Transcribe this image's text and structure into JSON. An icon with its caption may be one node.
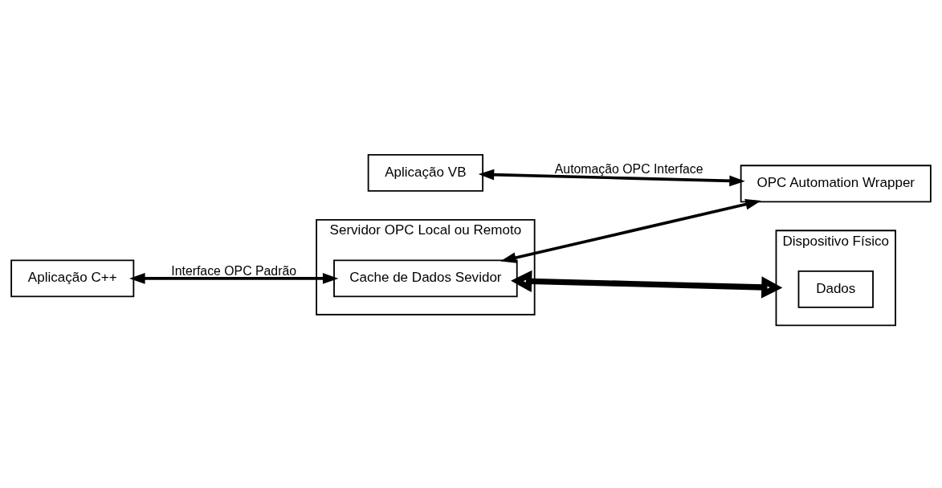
{
  "diagram": {
    "nodes": [
      {
        "text": [
          "Aplicação VB"
        ]
      },
      {
        "text": [
          "OPC Automation Wrapper"
        ]
      },
      {
        "text": [
          "Servidor OPC Local ou Remoto"
        ]
      },
      {
        "text": [
          "Cache de Dados Sevidor"
        ],
        "in": 2
      },
      {
        "text": [
          "Aplicação C++"
        ]
      },
      {
        "text": [
          "Dispositivo Físico"
        ]
      },
      {
        "text": [
          "Dados"
        ],
        "in": 5
      }
    ],
    "edges": [
      {
        "from": 0,
        "to": 1,
        "arrow": "both",
        "label": "Automação OPC Interface"
      },
      {
        "from": 4,
        "to": 3,
        "arrow": "both",
        "label": "Interface OPC Padrão"
      },
      {
        "from": 3,
        "to": 1,
        "arrow": "both"
      },
      {
        "from": 3,
        "to": 5,
        "arrow": "both",
        "style": "thick"
      }
    ]
  }
}
